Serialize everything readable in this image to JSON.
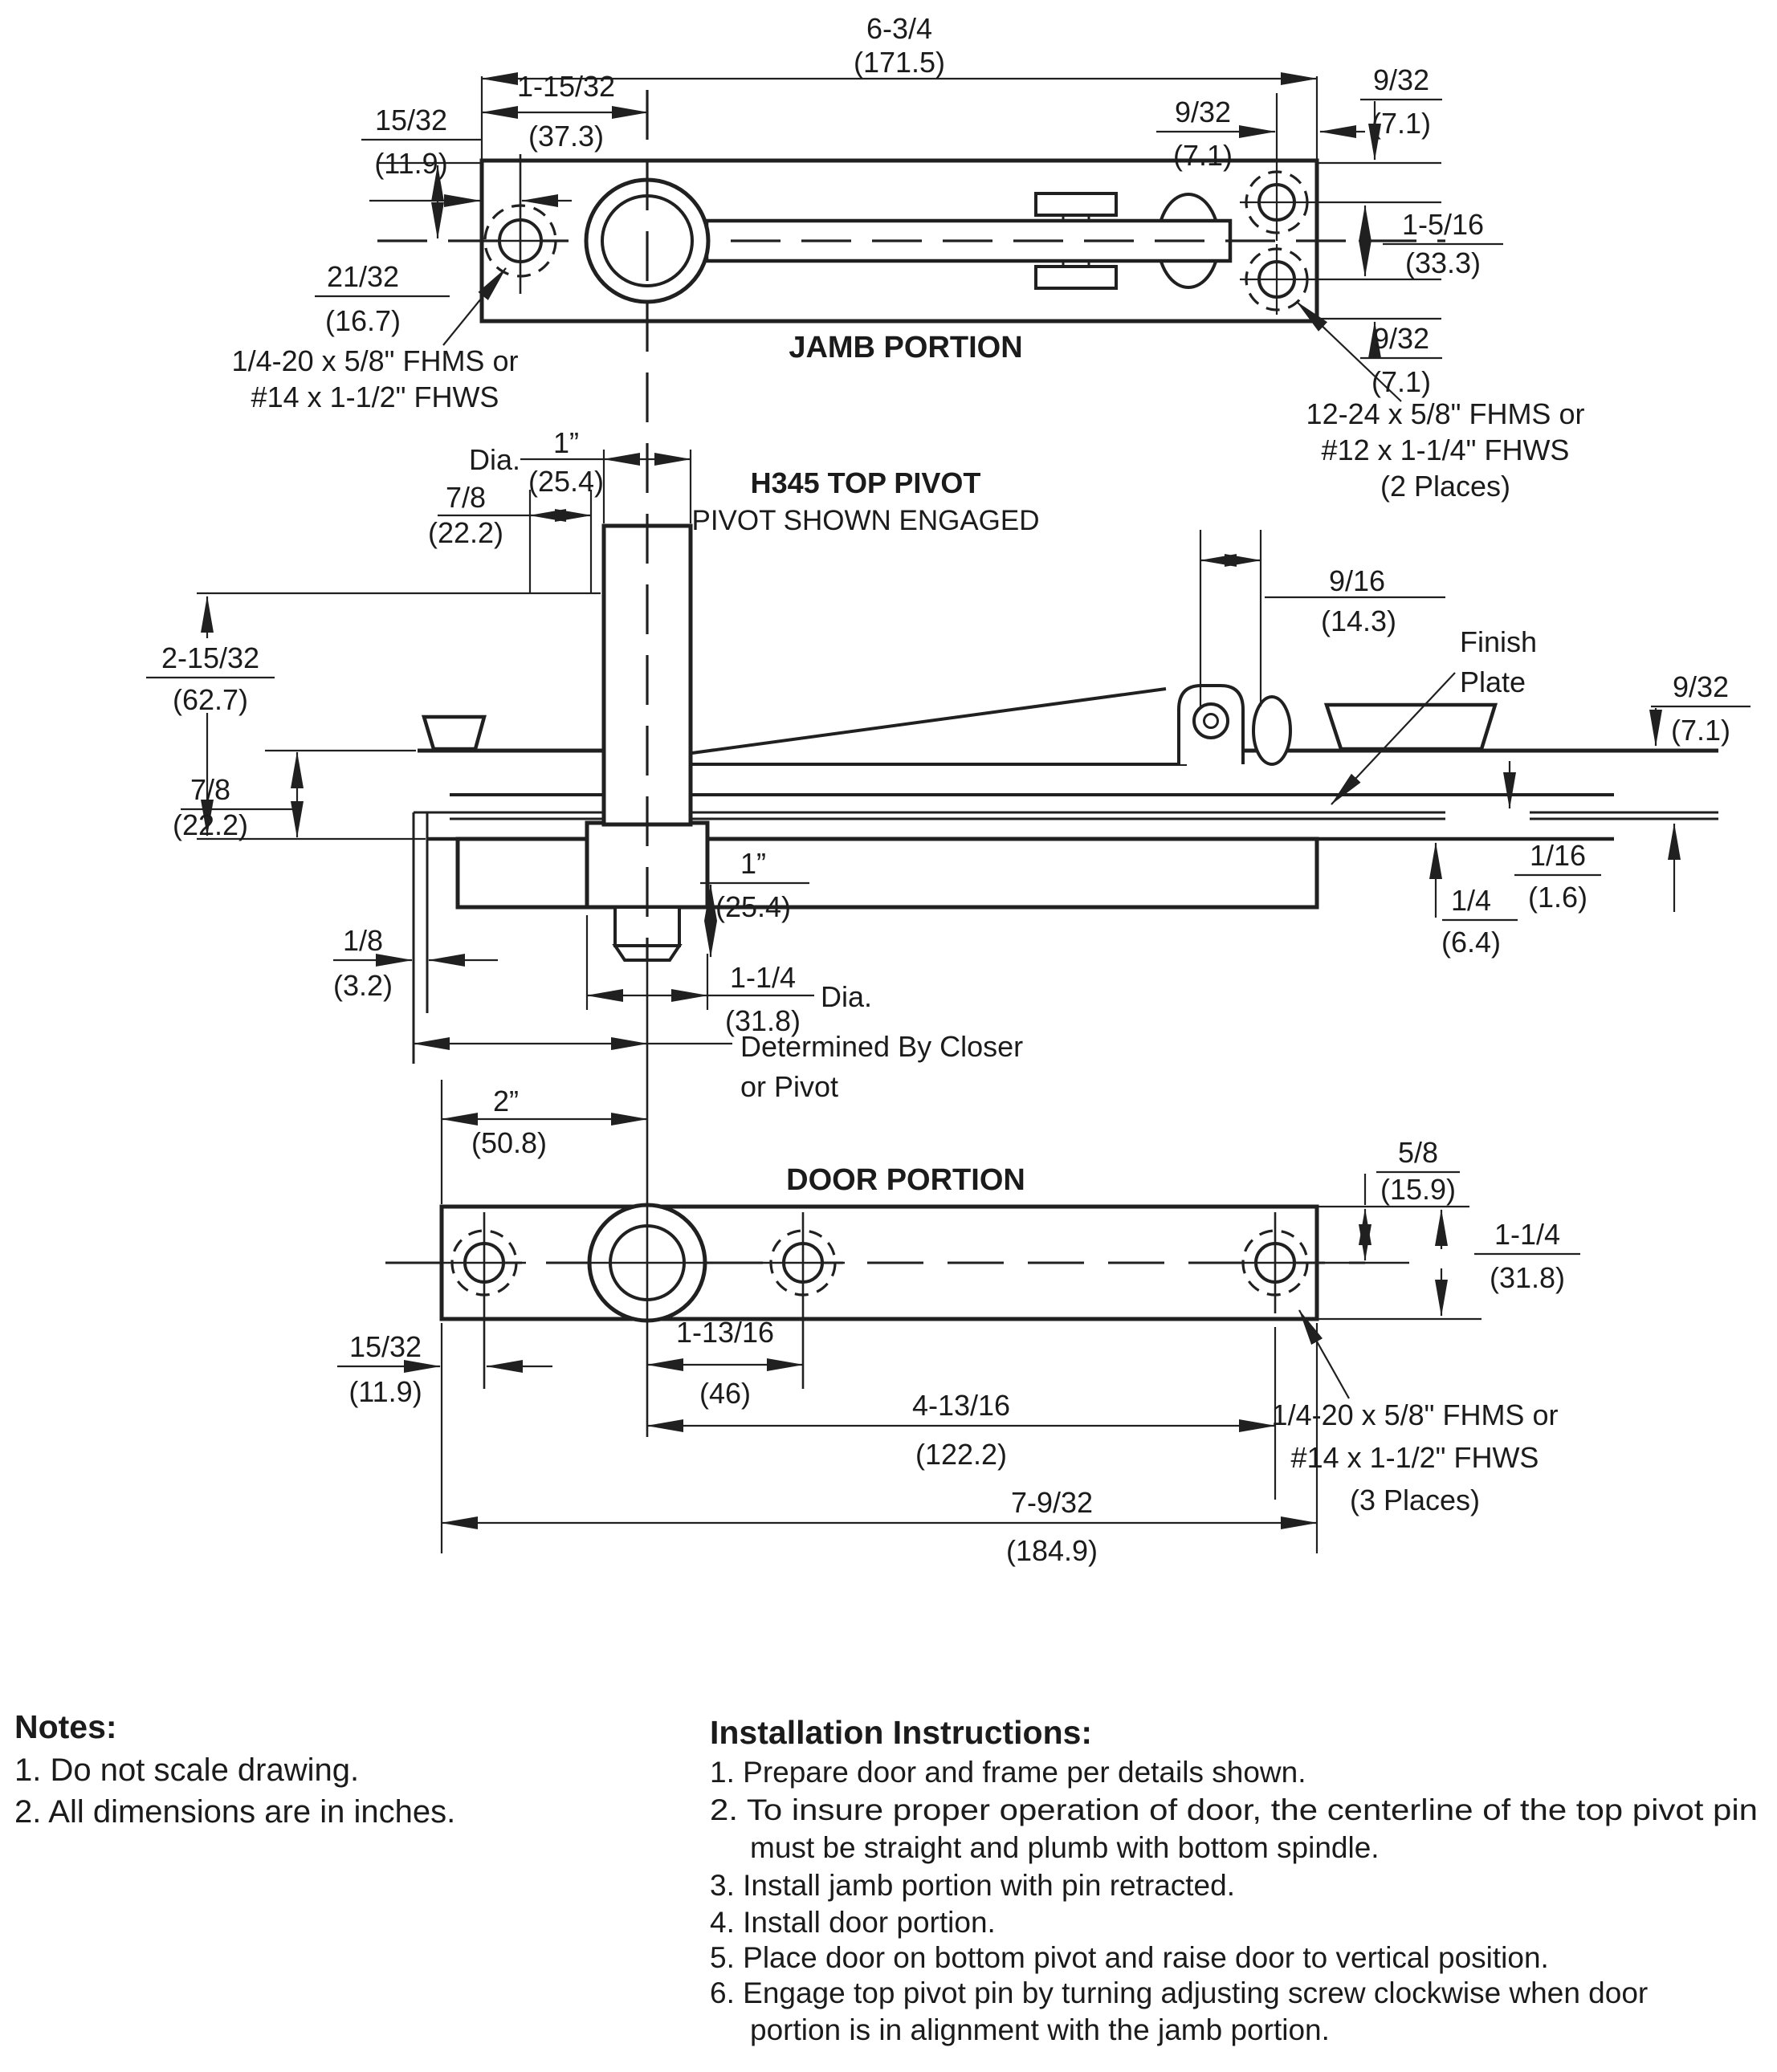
{
  "drawing": {
    "jamb": {
      "label": "JAMB PORTION",
      "dim_width": {
        "v": "6-3/4",
        "mm": "(171.5)"
      },
      "dim_edge_to_center": {
        "v": "1-15/32",
        "mm": "(37.3)"
      },
      "dim_edge_to_hole": {
        "v": "15/32",
        "mm": "(11.9)"
      },
      "dim_hole_vertical": {
        "v": "21/32",
        "mm": "(16.7)"
      },
      "dim_hole_to_edge": {
        "v": "9/32",
        "mm": "(7.1)"
      },
      "dim_top_right": {
        "v": "9/32",
        "mm": "(7.1)"
      },
      "dim_holes_spacing": {
        "v": "1-5/16",
        "mm": "(33.3)"
      },
      "dim_bottom_right": {
        "v": "9/32",
        "mm": "(7.1)"
      },
      "screw_note_left": {
        "l1": "1/4-20 x 5/8\" FHMS or",
        "l2": "#14 x 1-1/2\" FHWS"
      },
      "screw_note_right": {
        "l1": "12-24 x 5/8\" FHMS or",
        "l2": "#12 x 1-1/4\" FHWS",
        "l3": "(2 Places)"
      }
    },
    "pivot": {
      "title": "H345 TOP PIVOT",
      "subtitle": "PIVOT SHOWN ENGAGED",
      "dia_label": "Dia.",
      "dia_label2": "Dia.",
      "dim_pin_dia": {
        "v": "1”",
        "mm": "(25.4)"
      },
      "dim_shaft_dia": {
        "v": "7/8",
        "mm": "(22.2)"
      },
      "dim_engagement": {
        "v": "2-15/32",
        "mm": "(62.7)"
      },
      "dim_gap": {
        "v": "7/8",
        "mm": "(22.2)"
      },
      "dim_door_clearance": {
        "v": "1/8",
        "mm": "(3.2)"
      },
      "dim_mechanism": {
        "v": "9/16",
        "mm": "(14.3)"
      },
      "finish_plate": {
        "l1": "Finish",
        "l2": "Plate"
      },
      "dim_plate_projection": {
        "v": "9/32",
        "mm": "(7.1)"
      },
      "dim_finish_thickness": {
        "v": "1/16",
        "mm": "(1.6)"
      },
      "dim_clearance": {
        "v": "1/4",
        "mm": "(6.4)"
      },
      "dim_tip": {
        "v": "1”",
        "mm": "(25.4)"
      },
      "dim_body_dia": {
        "v": "1-1/4",
        "mm": "(31.8)"
      },
      "determined_note": {
        "l1": "Determined By Closer",
        "l2": "or Pivot"
      },
      "dim_backset": {
        "v": "2”",
        "mm": "(50.8)"
      }
    },
    "door": {
      "label": "DOOR PORTION",
      "dim_top_to_center": {
        "v": "5/8",
        "mm": "(15.9)"
      },
      "dim_height": {
        "v": "1-1/4",
        "mm": "(31.8)"
      },
      "dim_edge_to_hole": {
        "v": "15/32",
        "mm": "(11.9)"
      },
      "dim_center_to_hole": {
        "v": "1-13/16",
        "mm": "(46)"
      },
      "dim_center_to_right": {
        "v": "4-13/16",
        "mm": "(122.2)"
      },
      "dim_total": {
        "v": "7-9/32",
        "mm": "(184.9)"
      },
      "screw_note": {
        "l1": "1/4-20 x 5/8\" FHMS or",
        "l2": "#14 x 1-1/2\" FHWS",
        "l3": "(3 Places)"
      }
    }
  },
  "notes": {
    "title": "Notes:",
    "items": [
      "1.  Do not scale drawing.",
      "2.  All dimensions are in inches."
    ]
  },
  "instructions": {
    "title": "Installation Instructions:",
    "lines": [
      "1. Prepare door and frame per details shown.",
      "2. To insure proper operation of door, the centerline of the top pivot pin",
      "must be straight and plumb with bottom spindle.",
      "3. Install jamb portion with pin retracted.",
      "4. Install door portion.",
      "5. Place door on bottom pivot and raise door to vertical position.",
      "6. Engage top pivot pin by turning adjusting screw clockwise when door",
      "portion is in alignment with the jamb portion."
    ]
  }
}
